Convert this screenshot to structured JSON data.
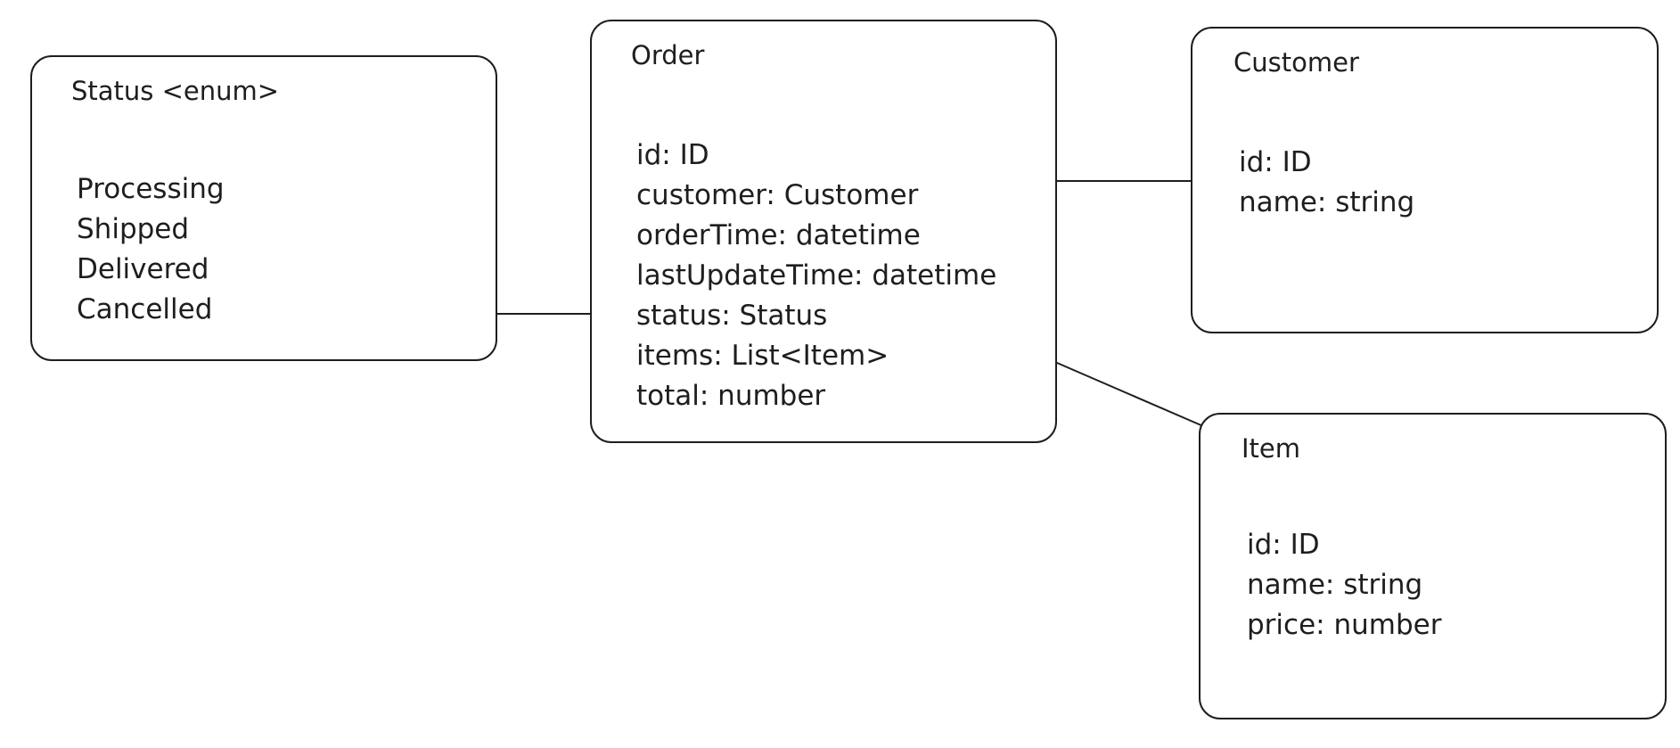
{
  "diagram": {
    "boxes": [
      {
        "id": "status",
        "title": "Status <enum>",
        "fields": [
          "Processing",
          "Shipped",
          "Delivered",
          "Cancelled"
        ]
      },
      {
        "id": "order",
        "title": "Order",
        "fields": [
          "id: ID",
          "customer: Customer",
          "orderTime: datetime",
          "lastUpdateTime: datetime",
          "status: Status",
          "items: List<Item>",
          "total: number"
        ]
      },
      {
        "id": "customer",
        "title": "Customer",
        "fields": [
          "id: ID",
          "name: string"
        ]
      },
      {
        "id": "item",
        "title": "Item",
        "fields": [
          "id: ID",
          "name: string",
          "price: number"
        ]
      }
    ],
    "connections": [
      {
        "from": "status",
        "to": "order"
      },
      {
        "from": "order",
        "to": "customer"
      },
      {
        "from": "order",
        "to": "item"
      }
    ],
    "colors": {
      "stroke": "#1e1e1e",
      "background": "#ffffff"
    }
  }
}
